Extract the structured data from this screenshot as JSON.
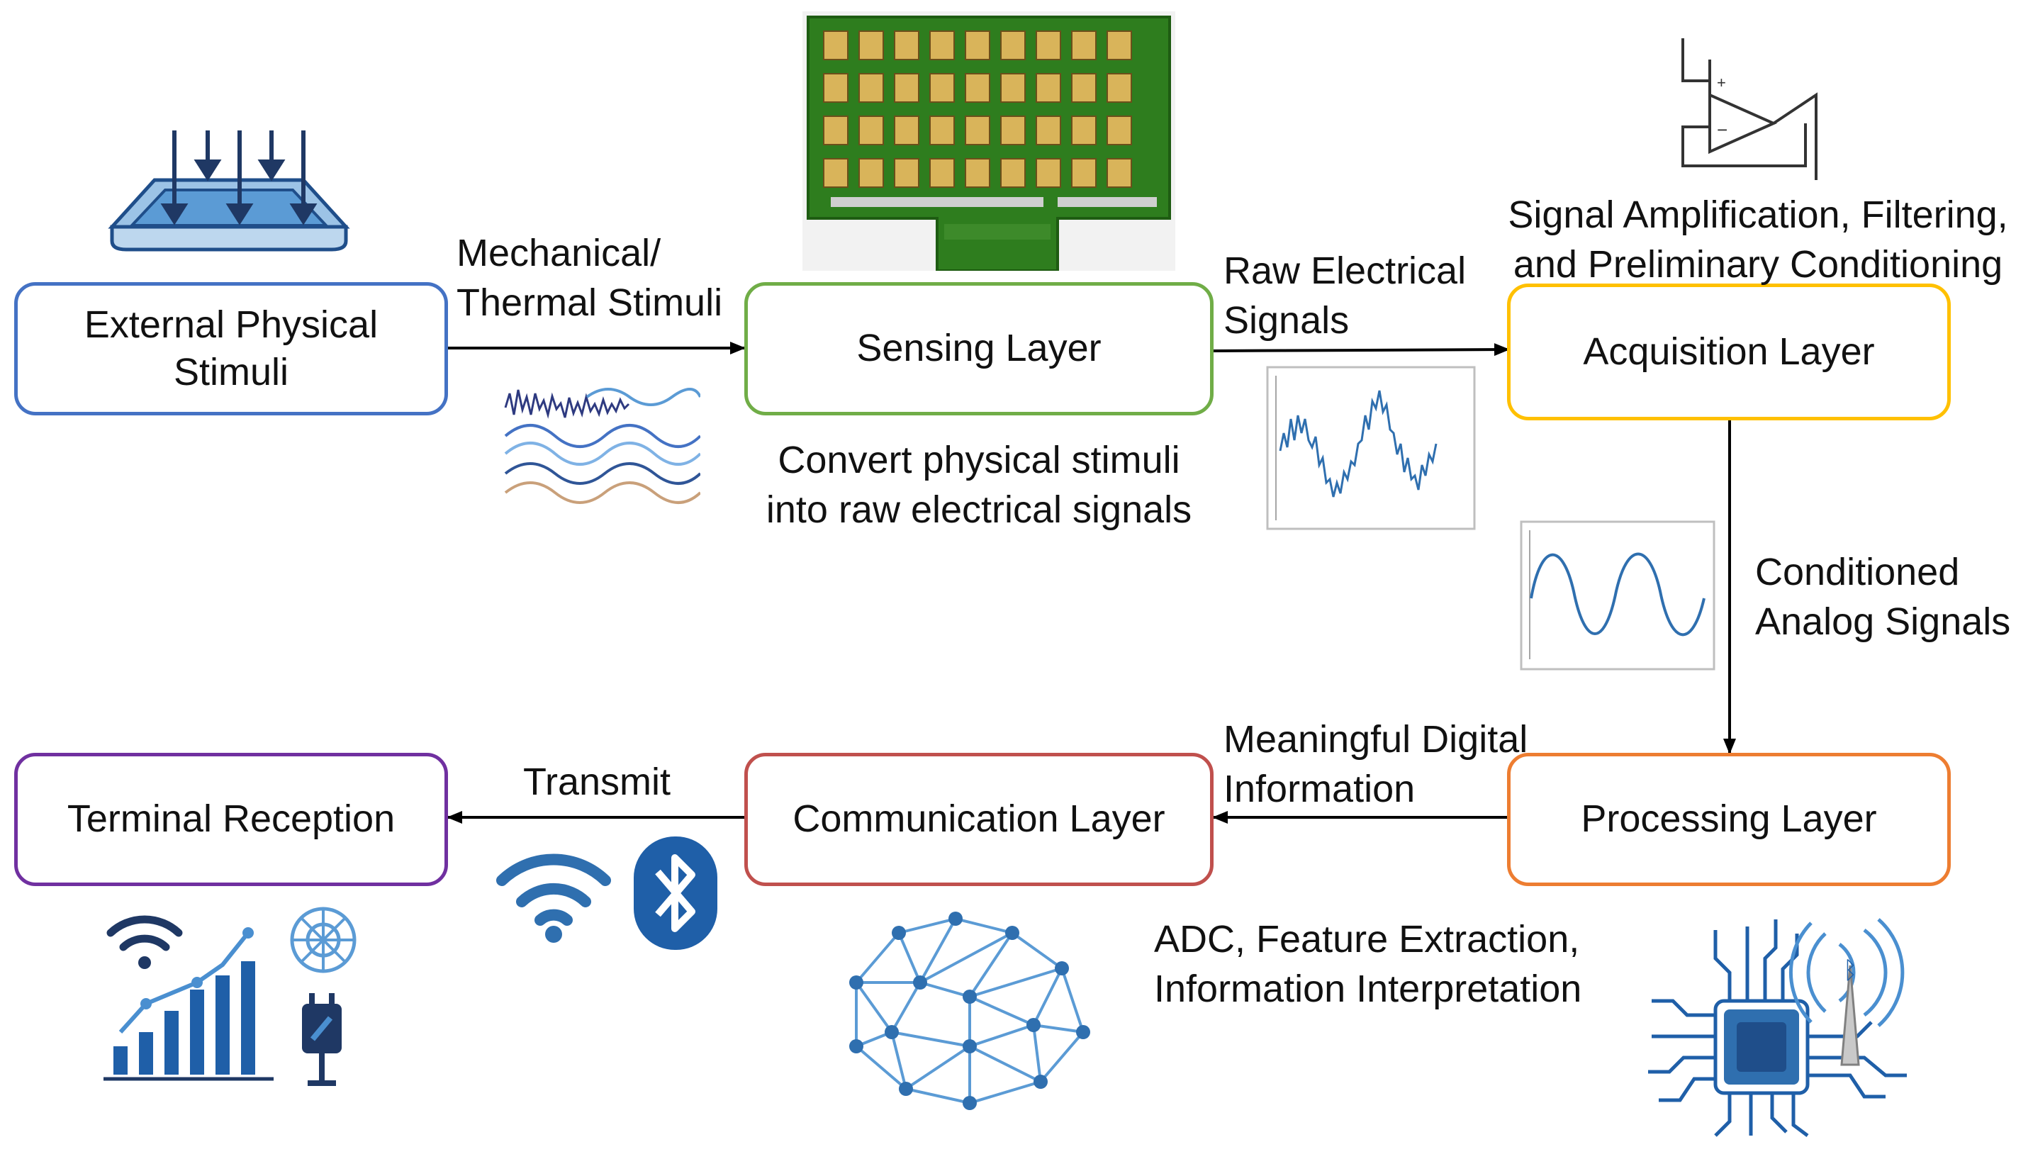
{
  "colors": {
    "external": "#4472C4",
    "sensing": "#70AD47",
    "acquisition": "#FFC000",
    "processing": "#ED7D31",
    "communication": "#C0504D",
    "terminal": "#7030A0",
    "arrow": "#000000",
    "icon_blue": "#1F5FA8"
  },
  "nodes": {
    "external": [
      "External Physical",
      "Stimuli"
    ],
    "sensing": "Sensing Layer",
    "acquisition": "Acquisition Layer",
    "processing": "Processing Layer",
    "communication": "Communication Layer",
    "terminal": "Terminal Reception"
  },
  "edges": {
    "external_to_sensing": [
      "Mechanical/",
      "Thermal Stimuli"
    ],
    "sensing_to_acquisition": [
      "Raw Electrical",
      "Signals"
    ],
    "acquisition_to_processing": [
      "Conditioned",
      "Analog Signals"
    ],
    "processing_to_communication": [
      "Meaningful Digital",
      "Information"
    ],
    "communication_to_terminal": "Transmit"
  },
  "descriptions": {
    "sensing": [
      "Convert physical stimuli",
      "into raw electrical signals"
    ],
    "acquisition": [
      "Signal Amplification, Filtering,",
      "and Preliminary Conditioning"
    ],
    "processing": [
      "ADC, Feature Extraction,",
      "Information Interpretation"
    ]
  },
  "icons": {
    "external": "pressure-sensor-icon",
    "stimuli_waves": "waveform-icon",
    "sensing": "sensor-array-pcb-icon",
    "raw_signal": "noisy-signal-plot-icon",
    "acquisition": "op-amp-icon",
    "conditioned_signal": "sine-wave-plot-icon",
    "processing": "microchip-icon",
    "communication": "mesh-network-icon",
    "transmit": [
      "wifi-icon",
      "bluetooth-icon"
    ],
    "terminal": "dashboard-chart-icon"
  }
}
